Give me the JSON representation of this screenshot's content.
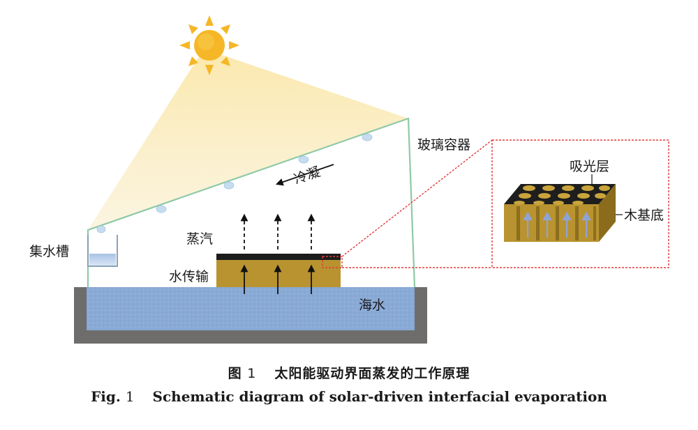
{
  "labels": {
    "glass_container": "玻璃容器",
    "condense": "冷凝",
    "vapor": "蒸汽",
    "water_transport": "水传输",
    "collection_tank": "集水槽",
    "seawater": "海水",
    "absorber_layer": "吸光层",
    "wood_substrate": "木基底"
  },
  "caption": {
    "cn_prefix": "图",
    "cn_number": "1",
    "cn_title": "太阳能驱动界面蒸发的工作原理",
    "en_prefix": "Fig.",
    "en_number": "1",
    "en_title": "Schematic diagram of solar-driven interfacial evaporation"
  },
  "colors": {
    "sun": "#f5b728",
    "light_beam": "#f8dfa0",
    "glass_frame": "#8ec9a6",
    "seawater": "#86a8d6",
    "basin": "#6e6d6b",
    "wood": "#b89634",
    "absorber": "#1c1c1c",
    "zoom_box": "#e23b3b"
  }
}
